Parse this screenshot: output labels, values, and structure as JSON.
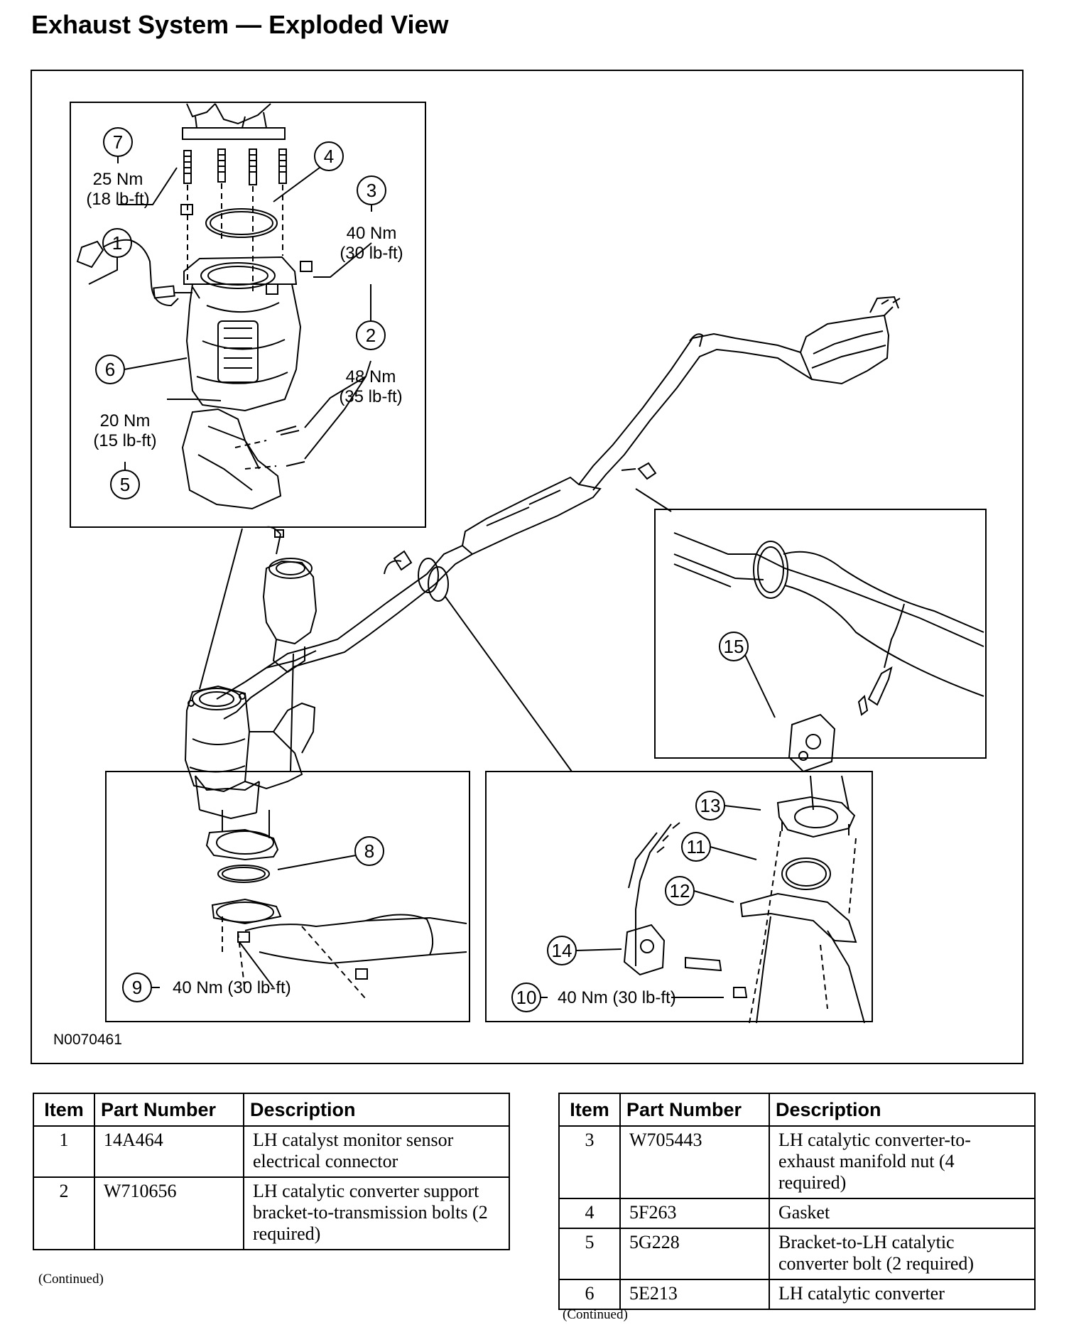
{
  "title": "Exhaust System — Exploded View",
  "figure": {
    "id": "N0070461",
    "callouts": {
      "c1": "1",
      "c2": "2",
      "c3": "3",
      "c4": "4",
      "c5": "5",
      "c6": "6",
      "c7": "7",
      "c8": "8",
      "c9": "9",
      "c10": "10",
      "c11": "11",
      "c12": "12",
      "c13": "13",
      "c14": "14",
      "c15": "15"
    },
    "torques": {
      "t7_nm": "25 Nm",
      "t7_lb": "(18 lb-ft)",
      "t3_nm": "40 Nm",
      "t3_lb": "(30 lb-ft)",
      "t2_nm": "48 Nm",
      "t2_lb": "(35 lb-ft)",
      "t5_nm": "20 Nm",
      "t5_lb": "(15 lb-ft)",
      "t9": "40 Nm (30 lb-ft)",
      "t10": "40 Nm (30 lb-ft)"
    }
  },
  "tables": {
    "headers": {
      "item": "Item",
      "part": "Part Number",
      "desc": "Description"
    },
    "left": [
      {
        "item": "1",
        "part": "14A464",
        "desc": "LH catalyst monitor sensor electrical connector"
      },
      {
        "item": "2",
        "part": "W710656",
        "desc": "LH catalytic converter support bracket-to-transmission bolts (2 required)"
      }
    ],
    "right": [
      {
        "item": "3",
        "part": "W705443",
        "desc": "LH catalytic converter-to-exhaust manifold nut (4 required)"
      },
      {
        "item": "4",
        "part": "5F263",
        "desc": "Gasket"
      },
      {
        "item": "5",
        "part": "5G228",
        "desc": "Bracket-to-LH catalytic converter bolt (2 required)"
      },
      {
        "item": "6",
        "part": "5E213",
        "desc": "LH catalytic converter"
      }
    ],
    "continued": "(Continued)"
  }
}
